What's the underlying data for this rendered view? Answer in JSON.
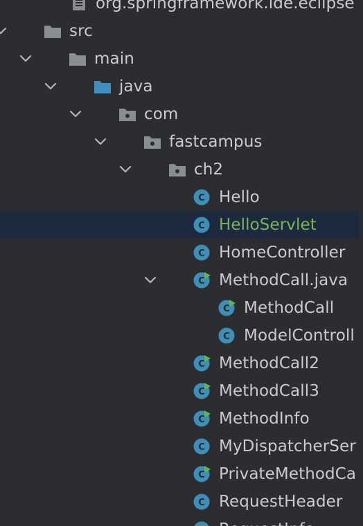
{
  "colors": {
    "background": "#2b2d30",
    "selection": "#1d2a3d",
    "text": "#c8cbd0",
    "selected_text": "#7ab35a",
    "folder": "#8a8d92",
    "source_folder": "#3f8fc0",
    "class_icon": "#3d8fb8",
    "run_marker": "#5fb94a"
  },
  "tree": {
    "items": [
      {
        "label": "org.springframework.ide.eclipse",
        "icon": "file-icon",
        "expanded": null,
        "selected": false
      },
      {
        "label": "src",
        "icon": "folder-icon",
        "expanded": true,
        "selected": false
      },
      {
        "label": "main",
        "icon": "folder-icon",
        "expanded": true,
        "selected": false
      },
      {
        "label": "java",
        "icon": "source-folder-icon",
        "expanded": true,
        "selected": false
      },
      {
        "label": "com",
        "icon": "package-icon",
        "expanded": true,
        "selected": false
      },
      {
        "label": "fastcampus",
        "icon": "package-icon",
        "expanded": true,
        "selected": false
      },
      {
        "label": "ch2",
        "icon": "package-icon",
        "expanded": true,
        "selected": false
      },
      {
        "label": "Hello",
        "icon": "class-icon",
        "expanded": null,
        "selected": false
      },
      {
        "label": "HelloServlet",
        "icon": "class-icon",
        "expanded": null,
        "selected": true
      },
      {
        "label": "HomeController",
        "icon": "class-icon",
        "expanded": null,
        "selected": false
      },
      {
        "label": "MethodCall.java",
        "icon": "runnable-class-icon",
        "expanded": true,
        "selected": false
      },
      {
        "label": "MethodCall",
        "icon": "runnable-class-icon",
        "expanded": null,
        "selected": false
      },
      {
        "label": "ModelControll",
        "icon": "class-icon",
        "expanded": null,
        "selected": false
      },
      {
        "label": "MethodCall2",
        "icon": "runnable-class-icon",
        "expanded": null,
        "selected": false
      },
      {
        "label": "MethodCall3",
        "icon": "runnable-class-icon",
        "expanded": null,
        "selected": false
      },
      {
        "label": "MethodInfo",
        "icon": "runnable-class-icon",
        "expanded": null,
        "selected": false
      },
      {
        "label": "MyDispatcherSer",
        "icon": "class-icon",
        "expanded": null,
        "selected": false
      },
      {
        "label": "PrivateMethodCa",
        "icon": "runnable-class-icon",
        "expanded": null,
        "selected": false
      },
      {
        "label": "RequestHeader",
        "icon": "class-icon",
        "expanded": null,
        "selected": false
      },
      {
        "label": "RequestInfo",
        "icon": "class-icon",
        "expanded": null,
        "selected": false
      }
    ]
  }
}
